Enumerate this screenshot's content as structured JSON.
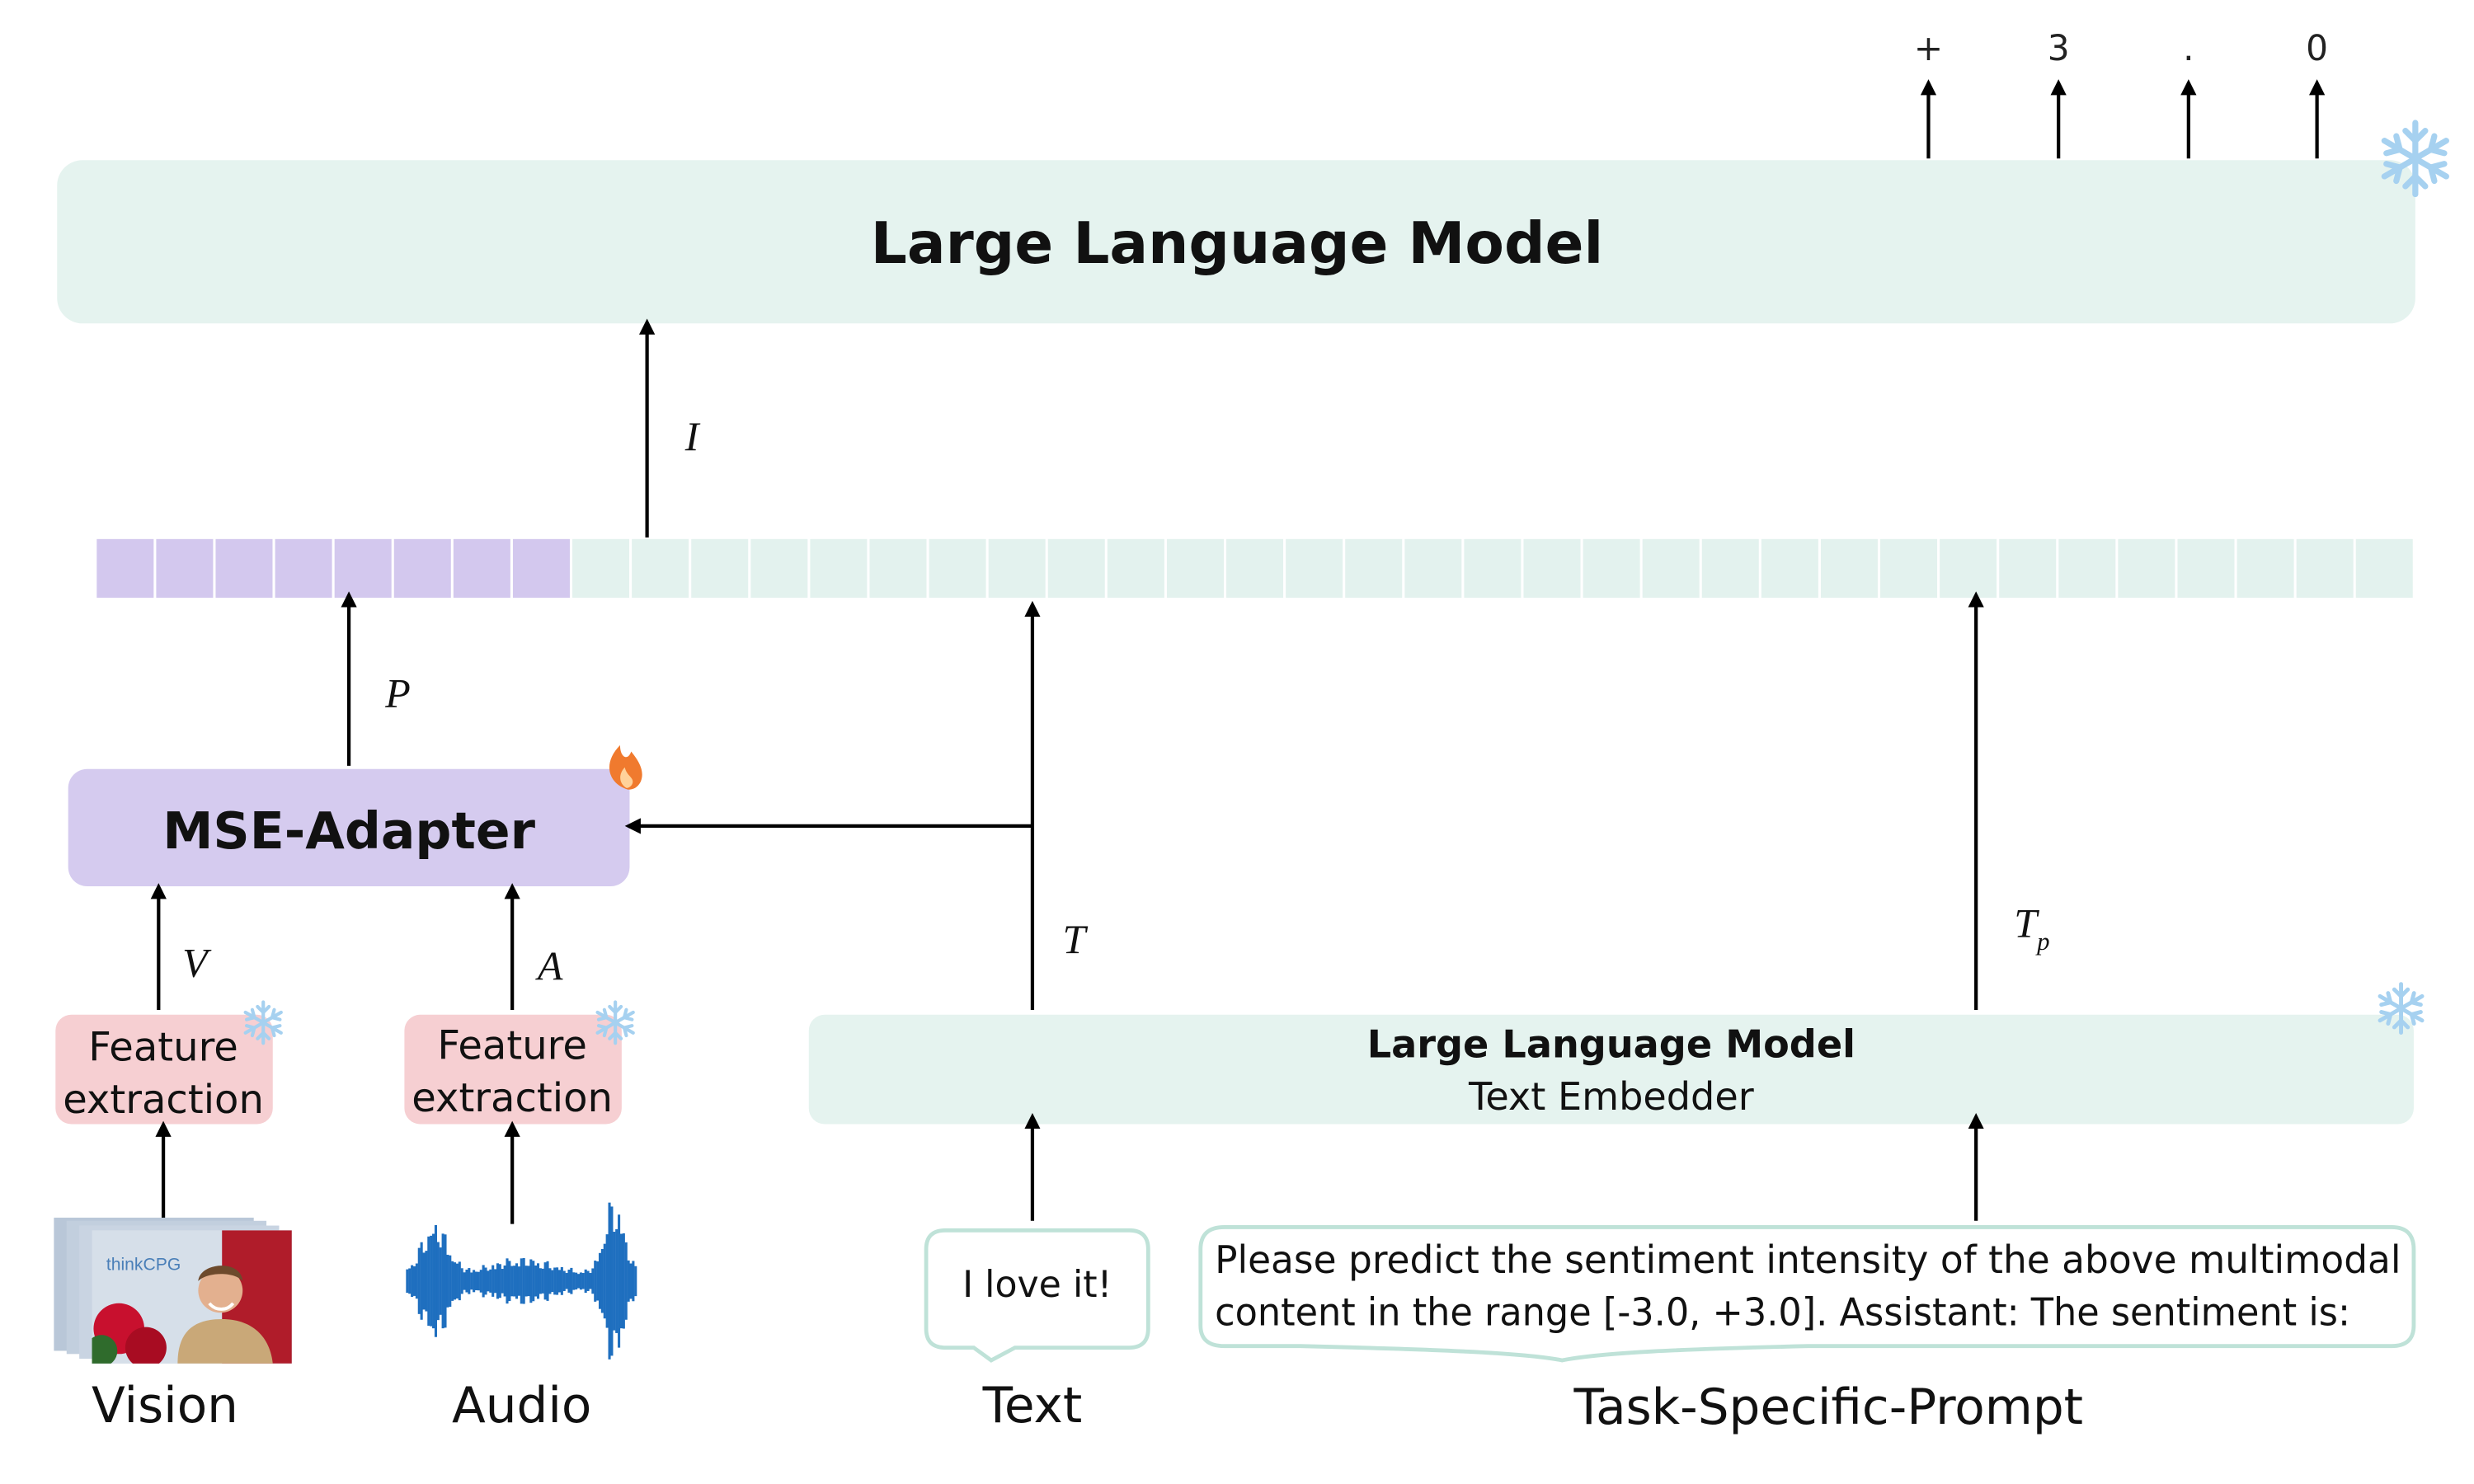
{
  "llm_top": {
    "title": "Large Language Model"
  },
  "output_tokens": [
    "+",
    "3",
    ".",
    "0"
  ],
  "labels": {
    "I": "I",
    "P": "P",
    "V": "V",
    "A": "A",
    "T": "T",
    "Tp_main": "T",
    "Tp_sub": "p"
  },
  "adapter": {
    "title": "MSE-Adapter"
  },
  "feature_extraction": {
    "line1": "Feature",
    "line2": "extraction"
  },
  "text_embedder": {
    "title": "Large Language Model",
    "subtitle": "Text Embedder"
  },
  "inputs": {
    "vision": "Vision",
    "audio": "Audio",
    "text": "Text",
    "prompt_label": "Task-Specific-Prompt",
    "text_bubble": "I love it!",
    "prompt_line1": "Please predict the sentiment intensity of the above multimodal",
    "prompt_line2": "content in the range [-3.0, +3.0]. Assistant: The sentiment is:"
  },
  "video_thumb": {
    "caption": "thinkCPG"
  },
  "token_sequence": {
    "adapter_tokens": 8,
    "text_tokens": 31
  },
  "colors": {
    "llm_fill": "#e5f3ef",
    "adapter_fill": "#d5cbef",
    "feature_fill": "#f6cfd2",
    "token_purple": "#d3c8ee",
    "token_green": "#e3f2ee",
    "snow": "#a6d1f0",
    "fire": "#f07a2e",
    "arrow": "#000000"
  }
}
